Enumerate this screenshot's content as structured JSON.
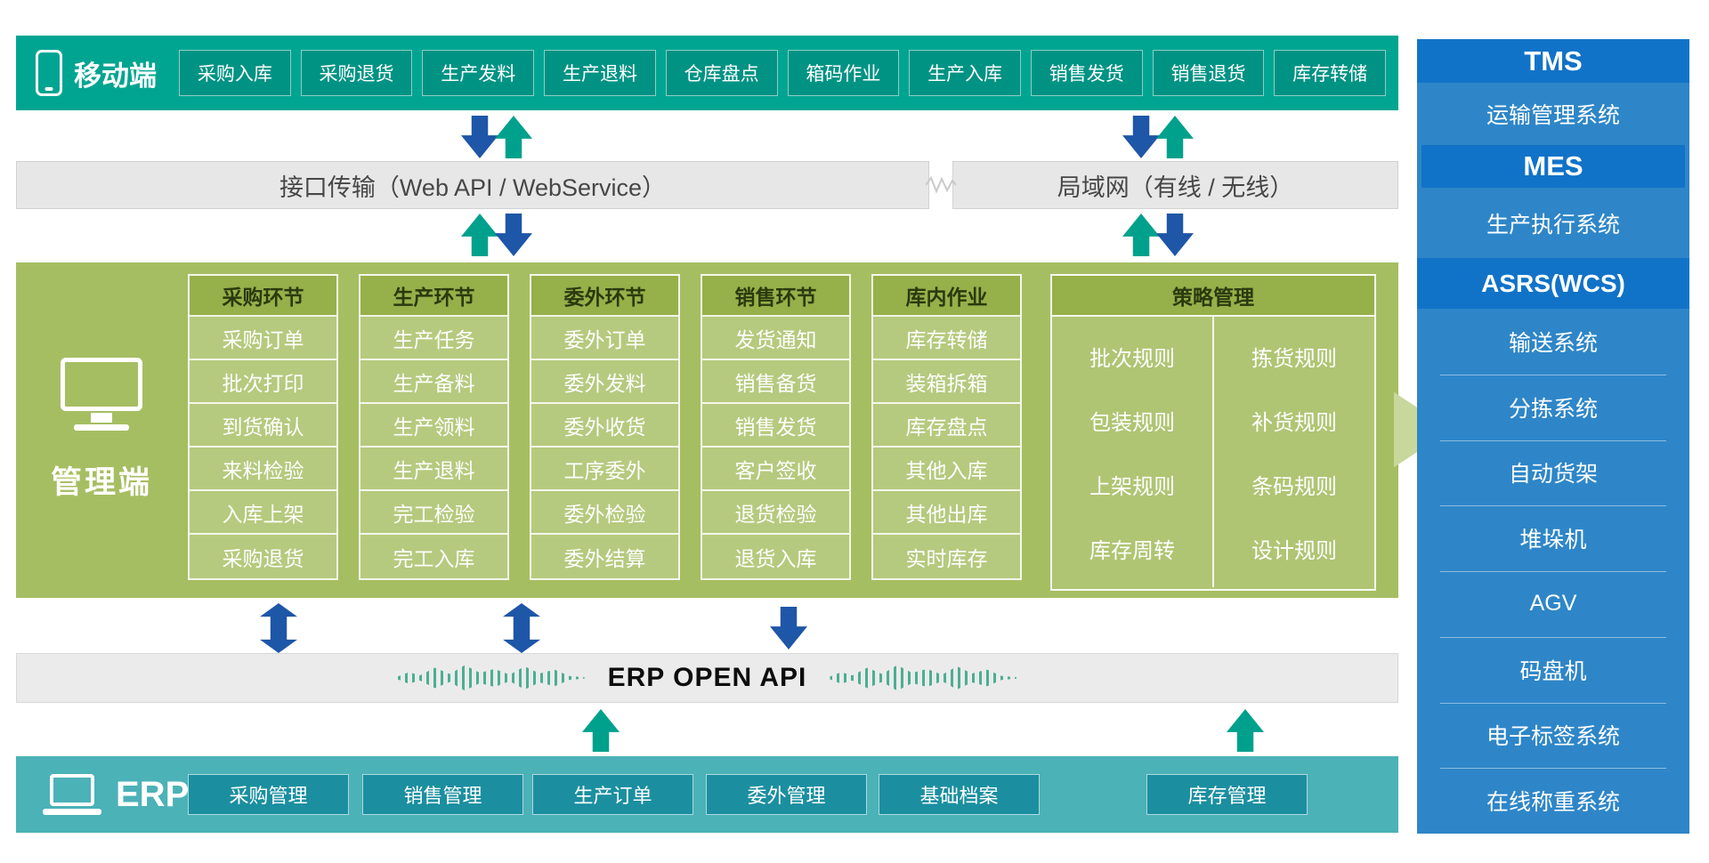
{
  "mobile": {
    "label": "移动端",
    "items": [
      "采购入库",
      "采购退货",
      "生产发料",
      "生产退料",
      "仓库盘点",
      "箱码作业",
      "生产入库",
      "销售发货",
      "销售退货",
      "库存转储"
    ]
  },
  "transport": {
    "api_label": "接口传输（Web API / WebService）",
    "lan_label": "局域网（有线 / 无线）"
  },
  "management": {
    "label": "管理端",
    "columns": [
      {
        "title": "采购环节",
        "items": [
          "采购订单",
          "批次打印",
          "到货确认",
          "来料检验",
          "入库上架",
          "采购退货"
        ]
      },
      {
        "title": "生产环节",
        "items": [
          "生产任务",
          "生产备料",
          "生产领料",
          "生产退料",
          "完工检验",
          "完工入库"
        ]
      },
      {
        "title": "委外环节",
        "items": [
          "委外订单",
          "委外发料",
          "委外收货",
          "工序委外",
          "委外检验",
          "委外结算"
        ]
      },
      {
        "title": "销售环节",
        "items": [
          "发货通知",
          "销售备货",
          "销售发货",
          "客户签收",
          "退货检验",
          "退货入库"
        ]
      },
      {
        "title": "库内作业",
        "items": [
          "库存转储",
          "装箱拆箱",
          "库存盘点",
          "其他入库",
          "其他出库",
          "实时库存"
        ]
      }
    ],
    "strategy": {
      "title": "策略管理",
      "left": [
        "批次规则",
        "包装规则",
        "上架规则",
        "库存周转"
      ],
      "right": [
        "拣货规则",
        "补货规则",
        "条码规则",
        "设计规则"
      ]
    }
  },
  "openapi": {
    "label": "ERP OPEN API"
  },
  "erp": {
    "label": "ERP",
    "items": [
      "采购管理",
      "销售管理",
      "生产订单",
      "委外管理",
      "基础档案"
    ],
    "right_item": "库存管理"
  },
  "right_panel": {
    "sections": [
      {
        "header": "TMS",
        "items": [
          "运输管理系统"
        ]
      },
      {
        "header": "MES",
        "items": [
          "生产执行系统"
        ]
      },
      {
        "header": "ASRS(WCS)",
        "items": [
          "输送系统",
          "分拣系统",
          "自动货架",
          "堆垛机",
          "AGV",
          "码盘机",
          "电子标签系统",
          "在线称重系统"
        ]
      }
    ]
  },
  "colors": {
    "mobile_bar": "#00A591",
    "mobile_button": "#009384",
    "gray_bar": "#E7E7E7",
    "blue_arrow": "#1E56A8",
    "teal_arrow": "#00A18C",
    "panel_olive": "#A6BE62",
    "column_row": "#B5CA7E",
    "column_header": "#96B04A",
    "big_arrow": "#C8D79B",
    "erp_bar": "#4BB2B7",
    "erp_button": "#1B8FA0",
    "right_panel_bg": "#2E86C8",
    "right_panel_header": "#1173C8"
  }
}
